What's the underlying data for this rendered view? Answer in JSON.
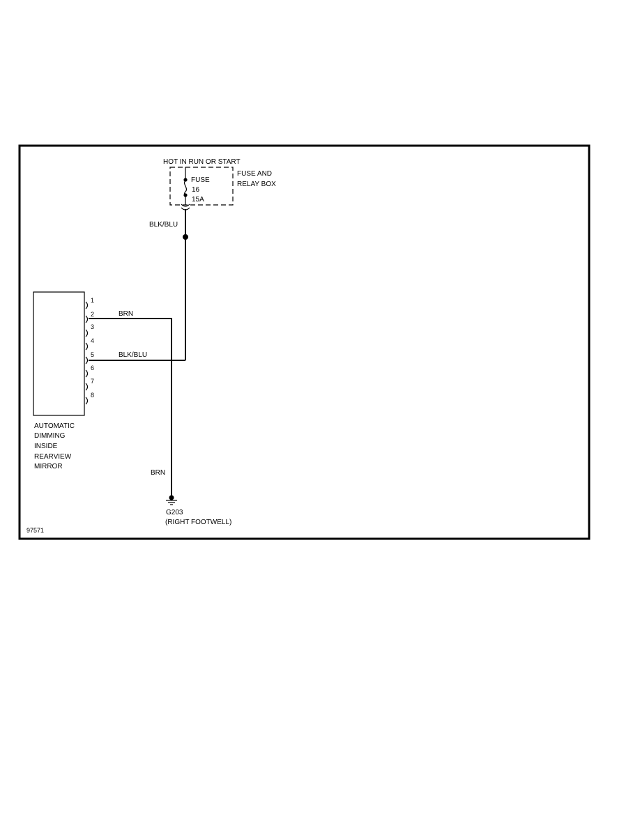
{
  "power": {
    "label": "HOT IN RUN OR START"
  },
  "fuse_box": {
    "label_line1": "FUSE AND",
    "label_line2": "RELAY BOX",
    "fuse_label": "FUSE",
    "fuse_number": "16",
    "fuse_rating": "15A"
  },
  "wires": {
    "main_feed": "BLK/BLU",
    "pin5_wire": "BLK/BLU",
    "pin2_wire": "BRN",
    "ground_wire": "BRN"
  },
  "mirror": {
    "pins": [
      "1",
      "2",
      "3",
      "4",
      "5",
      "6",
      "7",
      "8"
    ],
    "label_lines": [
      "AUTOMATIC",
      "DIMMING",
      "INSIDE",
      "REARVIEW",
      "MIRROR"
    ]
  },
  "ground": {
    "id": "G203",
    "location": "(RIGHT FOOTWELL)"
  },
  "figure_id": "97571"
}
